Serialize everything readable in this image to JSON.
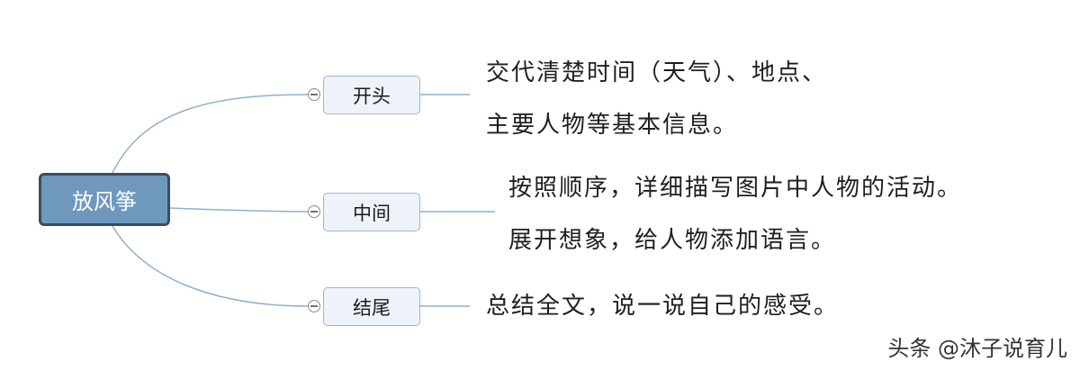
{
  "root": {
    "label": "放风筝"
  },
  "branches": [
    {
      "label": "开头",
      "notes": [
        "交代清楚时间（天气）、地点、",
        "主要人物等基本信息。"
      ]
    },
    {
      "label": "中间",
      "notes": [
        "按照顺序，详细描写图片中人物的活动。",
        "展开想象，给人物添加语言。"
      ]
    },
    {
      "label": "结尾",
      "notes": [
        "总结全文，说一说自己的感受。"
      ]
    }
  ],
  "watermark": "头条 @沐子说育儿",
  "colors": {
    "root_fill": "#6f98bf",
    "root_border": "#3d4d5e",
    "branch_fill": "#eef3f9",
    "branch_border": "#9cb8d2",
    "connector": "#8fb0cc"
  }
}
